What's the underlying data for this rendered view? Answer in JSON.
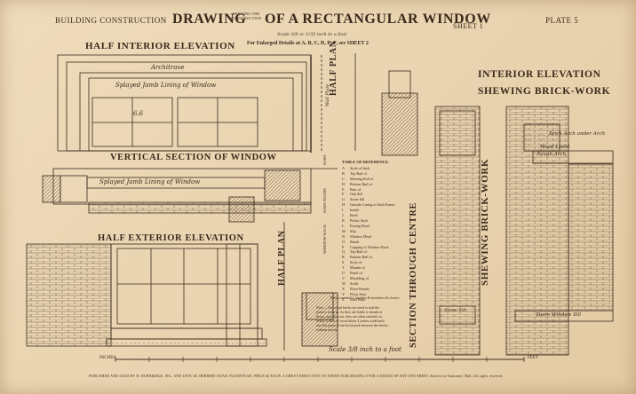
{
  "header": {
    "left": "BUILDING CONSTRUCTION",
    "title_pre": "DRAWING",
    "title_mid_top": "SHEWING THE",
    "title_mid_bottom": "CONSTRUCTION",
    "title_post": "OF A RECTANGULAR WINDOW",
    "sheet": "SHEET 1",
    "plate": "PLATE 5",
    "scale": "Scale 3/8 or 1/32 inch to a foot"
  },
  "subtitles": {
    "half_interior": "HALF INTERIOR ELEVATION",
    "details": "For Enlarged Details at A, B, C, D, E, F, see SHEET 2",
    "vertical_section": "VERTICAL SECTION OF WINDOW",
    "half_exterior": "HALF EXTERIOR ELEVATION",
    "half_plan_top": "HALF PLAN",
    "half_plan_bottom": "HALF PLAN",
    "interior_brick_1": "INTERIOR ELEVATION",
    "interior_brick_2": "SHEWING BRICK-WORK",
    "shewing_brick_vertical": "SHEWING BRICK-WORK",
    "section_through_centre": "SECTION THROUGH CENTRE"
  },
  "hand_labels": {
    "architrave": "Architrave",
    "splayed_top": "Splayed Jamb Lining of Window",
    "splayed_mid": "Splayed Jamb Lining of Window",
    "wall_plate": "Wall Plate",
    "glass_top": "6.6",
    "brick_arch": "Brick Arch under Arch",
    "wood_lintel": "Wood Lintel",
    "stone_sill": "Stone Window Sill",
    "rough_arch": "Rough Arch",
    "stone_sill_bottom": "Stone Sill",
    "scale_bottom": "Scale 3/8 inch to a foot",
    "inches": "INCHES",
    "feet": "FEET"
  },
  "reference_table": {
    "title": "TABLE OF REFERENCE.",
    "items": [
      [
        "A",
        "Style of     Sash"
      ],
      [
        "B",
        "Top Rail of"
      ],
      [
        "C",
        "Meeting Rail of"
      ],
      [
        "D",
        "Bottom Rail of"
      ],
      [
        "E",
        "Bars of"
      ],
      [
        "F",
        "Oak Sill"
      ],
      [
        "G",
        "Stone Sill"
      ],
      [
        "H",
        "Outside Lining of Sash Frame"
      ],
      [
        "I",
        "Inside"
      ],
      [
        "J",
        "Back"
      ],
      [
        "K",
        "Pulley Style"
      ],
      [
        "L",
        "Parting Bead"
      ],
      [
        "M",
        "Slip"
      ],
      [
        "N",
        "Window Head"
      ],
      [
        "O",
        "Beads"
      ],
      [
        "P",
        "Capping of Window Back"
      ],
      [
        "Q",
        "Top Rail of"
      ],
      [
        "R",
        "Bottom Rail of"
      ],
      [
        "S",
        "Style of"
      ],
      [
        "T",
        "Muntin of"
      ],
      [
        "U",
        "Panel of"
      ],
      [
        "V",
        "Moulding of"
      ],
      [
        "W",
        "Soffit"
      ],
      [
        "X",
        "Floor Boards"
      ],
      [
        "Y",
        "Floor Joist"
      ],
      [
        "Z",
        "Wall Plate"
      ]
    ],
    "groups": [
      "SASH",
      "SASH FRAME",
      "WINDOW BACK"
    ],
    "footnote": "Bricks marked 1, headers & stretchers & closers."
  },
  "note": "Note.—The wood bricks are used to nail the joiner's work to. As they are liable to shrink or decay, and drop out, they are often omitted, or, better, a fillet of wood about 4 inches wide built into the joints of the brickwork between the bricks without mortar.",
  "footer": "PUBLISHED AND SOLD BY W. BURBRIDGE, SEL. AND LITH. 60, HERBERT ROAD, PLUMSTEAD.  PRICE 6d EACH.  A GREAT REDUCTION TO THOSE PURCHASING OVER A DOZEN OF ANY ONE SHEET.  Entered at Stationers' Hall.  All rights reserved."
}
